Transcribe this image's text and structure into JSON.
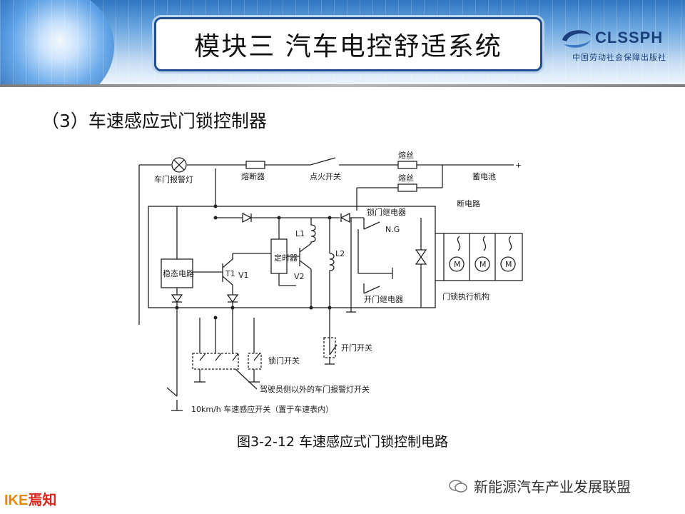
{
  "header": {
    "title": "模块三  汽车电控舒适系统",
    "logo_text": "CLSSPH",
    "logo_sub": "中国劳动社会保障出版社"
  },
  "subtitle": "（3）车速感应式门锁控制器",
  "diagram": {
    "labels": {
      "door_lamp": "车门报警灯",
      "breaker": "熔断器",
      "ignition": "点火开关",
      "fuse1": "熔丝",
      "fuse2": "熔丝",
      "battery": "蓄电池",
      "plus": "+",
      "lock_relay": "锁门继电器",
      "circuit_break": "断电路",
      "ng": "N.G",
      "l1": "L1",
      "l2": "L2",
      "timer": "定时器",
      "regulator": "稳态电路",
      "t1": "T1",
      "v1": "V1",
      "v2": "V2",
      "motor": "M",
      "unlock_relay": "开门继电器",
      "actuator": "门锁执行机构",
      "lock_switch": "锁门开关",
      "open_switch": "开门开关",
      "other_door_switch": "驾驶员侧以外的车门报警灯开关",
      "speed_switch": "10km/h 车速感应开关（置于车速表内）"
    }
  },
  "caption": "图3-2-12  车速感应式门锁控制电路",
  "footer": {
    "brand_a": "IKE",
    "brand_b": "焉知",
    "watermark": "新能源汽车产业发展联盟"
  },
  "colors": {
    "title_border": "#1f4f8f",
    "line": "#222222"
  }
}
